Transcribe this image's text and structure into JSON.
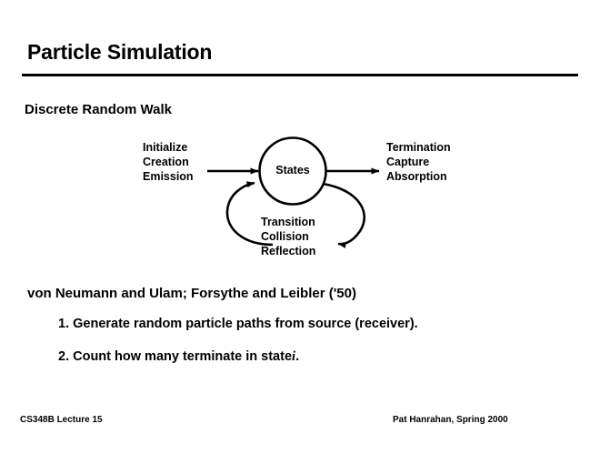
{
  "slide": {
    "title": "Particle Simulation",
    "subtitle": "Discrete Random Walk",
    "citation": "von Neumann and Ulam; Forsythe and Leibler ('50)",
    "items": [
      {
        "number": "1.",
        "text": "Generate random particle paths from source (receiver)."
      },
      {
        "number": "2.",
        "text_before": "Count how many terminate in state",
        "symbol": "i",
        "text_after": "."
      }
    ]
  },
  "diagram": {
    "node_label": "States",
    "input_label": "Initialize\nCreation\nEmission",
    "input_lines": [
      "Initialize",
      "Creation",
      "Emission"
    ],
    "output_label": "Termination\nCapture\nAbsorption",
    "output_lines": [
      "Termination",
      "Capture",
      "Absorption"
    ],
    "loop_label": "Transition\nCollision\nReflection",
    "loop_lines": [
      "Transition",
      "Collision",
      "Reflection"
    ],
    "stroke_color": "#000000"
  },
  "footer": {
    "left": "CS348B Lecture 15",
    "right": "Pat Hanrahan, Spring 2000"
  }
}
